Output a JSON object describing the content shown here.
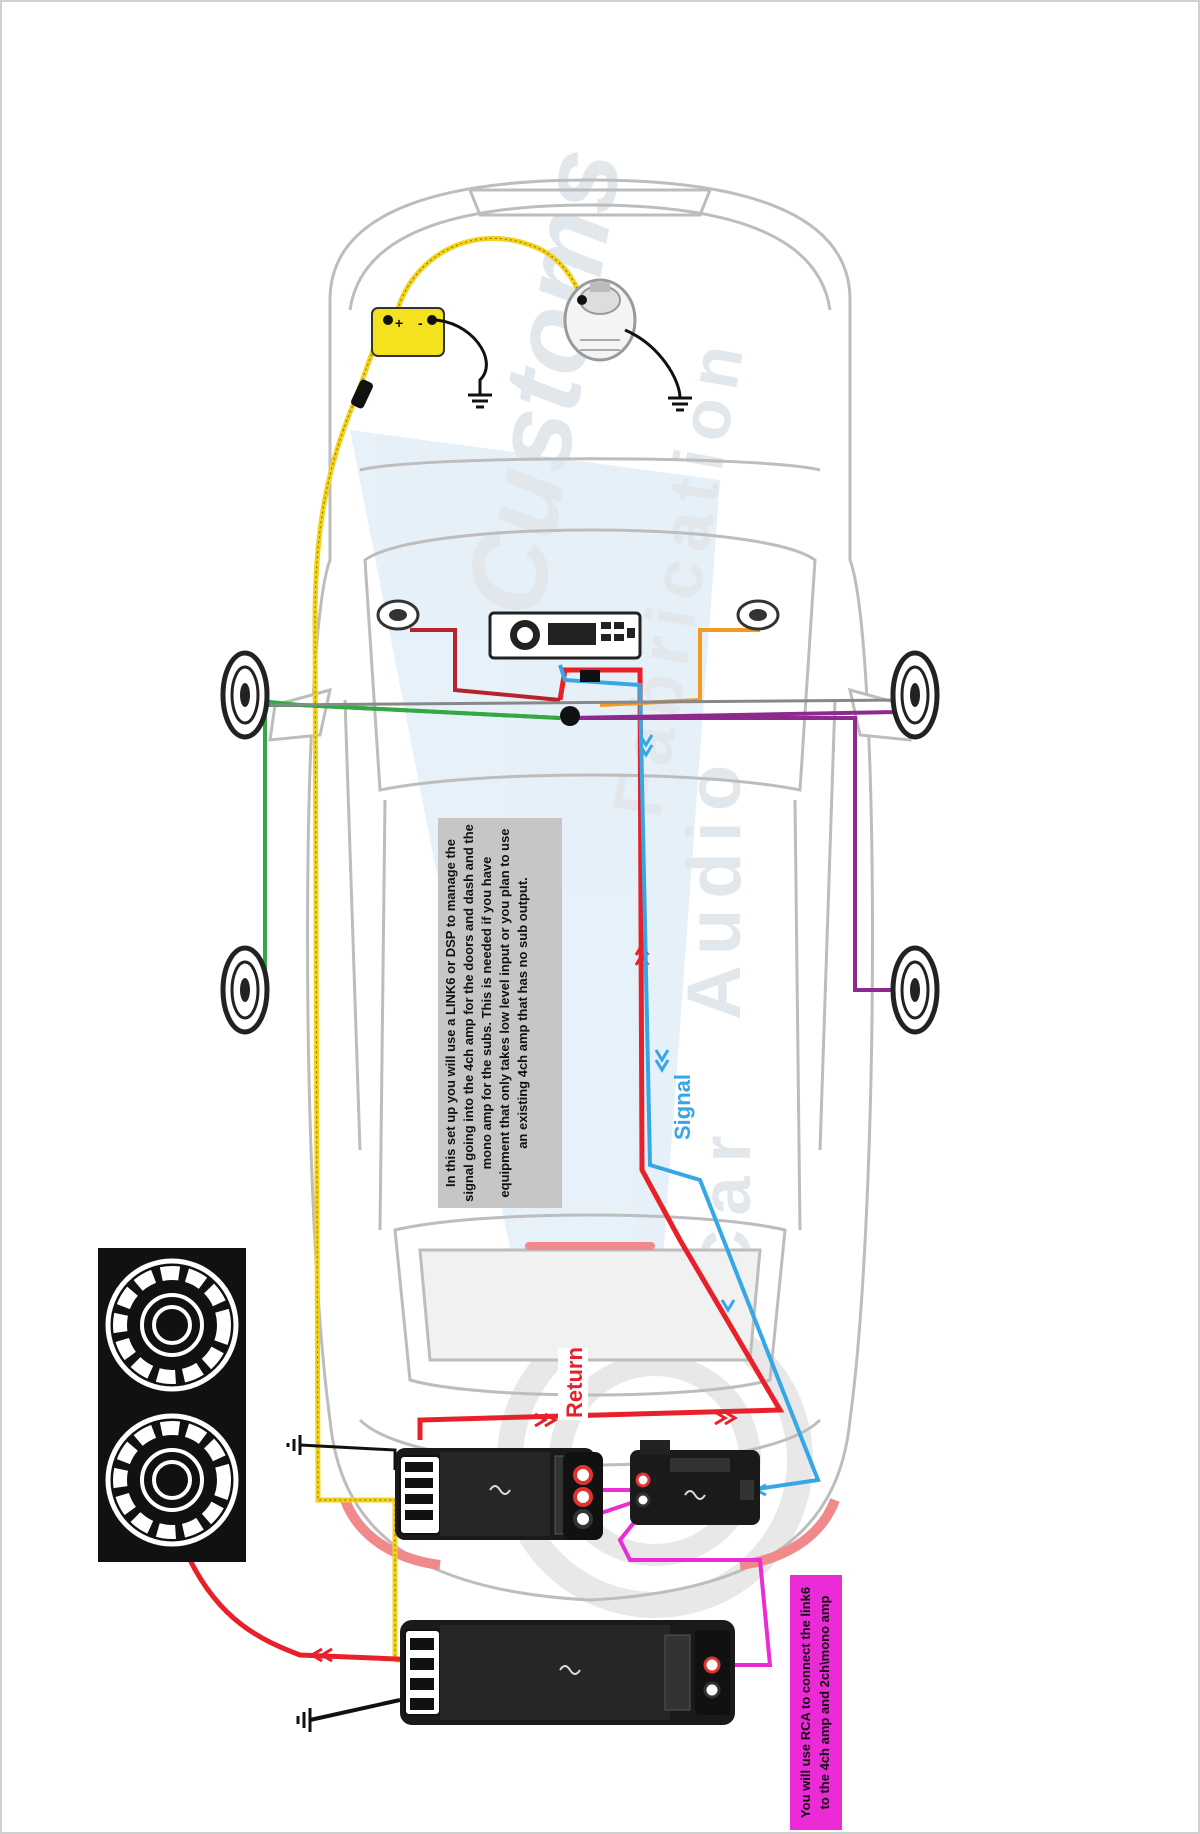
{
  "colors": {
    "car_outline": "#bdbdbd",
    "power_wire": "#f2d21b",
    "return_wire": "#e8202a",
    "signal_wire": "#35a7e6",
    "left_door_wire": "#33a844",
    "right_door_wire": "#8e2a8e",
    "dash_left_wire": "#b8232b",
    "dash_right_wire": "#f39a22",
    "rca_wire": "#ea2bd6",
    "battery": "#f5e21f",
    "sub_box": "#111111",
    "watermark": "#d9e9f5",
    "note_bg": "#c6c6c6",
    "rca_note_bg": "#ea2bd6"
  },
  "labels": {
    "signal": "Signal",
    "return": "Return",
    "battery_plus": "+",
    "battery_minus": "-"
  },
  "notes": {
    "main": "In this set up you will use a LINK6 or DSP to manage the signal going into the 4ch amp for the doors and dash and the mono amp for the subs. This is needed if you have equipment that only takes low level input or you plan to use an existing 4ch amp that has no sub output.",
    "rca": "You will use RCA to connect the link6 to the 4ch amp and 2ch\\mono amp"
  },
  "watermark": {
    "line1": "Customs",
    "line2": "Fabrication",
    "line3": "Audio",
    "line4": "Car"
  },
  "icons": {
    "battery": "battery-icon",
    "alternator": "alternator-icon",
    "head_unit": "head-unit-icon",
    "speaker": "speaker-icon",
    "ground": "ground-icon",
    "amplifier": "amplifier-icon",
    "dsp": "dsp-icon",
    "subwoofer": "subwoofer-icon",
    "fuse": "fuse-icon"
  }
}
